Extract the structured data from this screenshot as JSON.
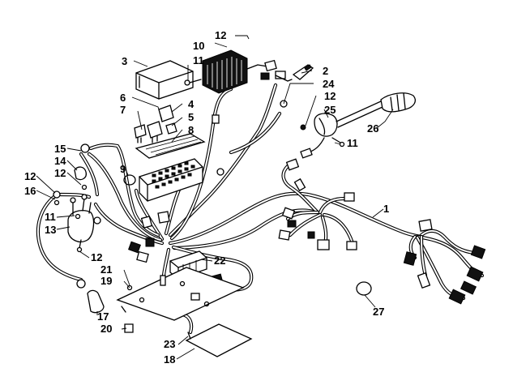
{
  "callouts": [
    {
      "id": "c12a",
      "label": "12"
    },
    {
      "id": "c10",
      "label": "10"
    },
    {
      "id": "c3",
      "label": "3"
    },
    {
      "id": "c11a",
      "label": "11"
    },
    {
      "id": "c2",
      "label": "2"
    },
    {
      "id": "c24",
      "label": "24"
    },
    {
      "id": "c6",
      "label": "6"
    },
    {
      "id": "c4",
      "label": "4"
    },
    {
      "id": "c7",
      "label": "7"
    },
    {
      "id": "c5",
      "label": "5"
    },
    {
      "id": "c8",
      "label": "8"
    },
    {
      "id": "c12b",
      "label": "12"
    },
    {
      "id": "c25",
      "label": "25"
    },
    {
      "id": "c26",
      "label": "26"
    },
    {
      "id": "c11b",
      "label": "11"
    },
    {
      "id": "c15",
      "label": "15"
    },
    {
      "id": "c14",
      "label": "14"
    },
    {
      "id": "c12c",
      "label": "12"
    },
    {
      "id": "c9",
      "label": "9"
    },
    {
      "id": "c12d",
      "label": "12"
    },
    {
      "id": "c16",
      "label": "16"
    },
    {
      "id": "c1",
      "label": "1"
    },
    {
      "id": "c11c",
      "label": "11"
    },
    {
      "id": "c13",
      "label": "13"
    },
    {
      "id": "c12e",
      "label": "12"
    },
    {
      "id": "c22",
      "label": "22"
    },
    {
      "id": "c21",
      "label": "21"
    },
    {
      "id": "c19",
      "label": "19"
    },
    {
      "id": "c17",
      "label": "17"
    },
    {
      "id": "c20",
      "label": "20"
    },
    {
      "id": "c27",
      "label": "27"
    },
    {
      "id": "c23",
      "label": "23"
    },
    {
      "id": "c18",
      "label": "18"
    }
  ]
}
